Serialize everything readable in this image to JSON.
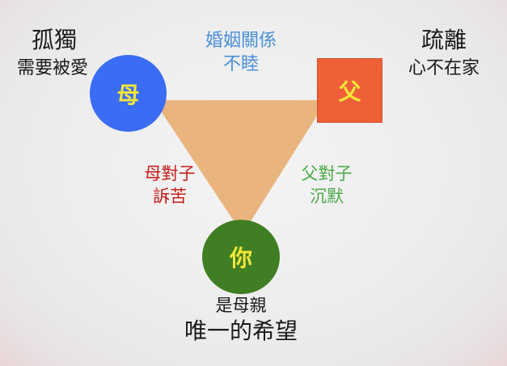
{
  "colors": {
    "mother_fill": "#3a6cf5",
    "father_fill": "#ef6038",
    "you_fill": "#3f7e23",
    "triangle_fill": "#e9b47e",
    "node_text": "#f3e63a",
    "marriage_text": "#4a90d9",
    "mother_to_child_text": "#c81e1e",
    "father_to_child_text": "#4caa4c",
    "dark_text": "#1a1a1a"
  },
  "nodes": {
    "mother": "母",
    "father": "父",
    "you": "你"
  },
  "mother_side": {
    "title": "孤獨",
    "subtitle": "需要被愛"
  },
  "father_side": {
    "title": "疏離",
    "subtitle": "心不在家"
  },
  "marriage": {
    "line1": "婚姻關係",
    "line2": "不睦"
  },
  "mother_to_child": {
    "line1": "母對子",
    "line2": "訴苦"
  },
  "father_to_child": {
    "line1": "父對子",
    "line2": "沉默"
  },
  "child_side": {
    "line1": "是母親",
    "line2": "唯一的希望"
  }
}
